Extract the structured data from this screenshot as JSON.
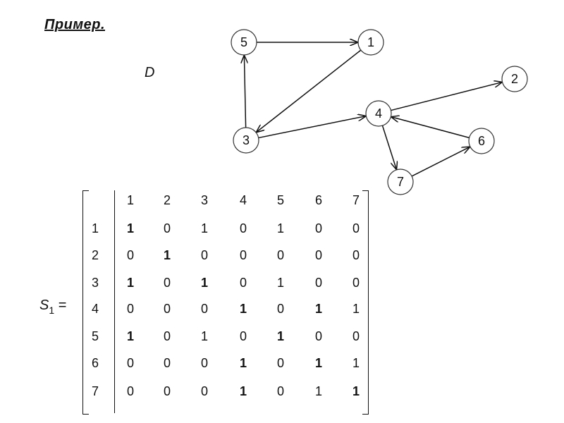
{
  "title": "Пример.",
  "graph_label": "D",
  "graph": {
    "nodes": [
      {
        "id": "5",
        "label": "5"
      },
      {
        "id": "1",
        "label": "1"
      },
      {
        "id": "2",
        "label": "2"
      },
      {
        "id": "4",
        "label": "4"
      },
      {
        "id": "3",
        "label": "3"
      },
      {
        "id": "6",
        "label": "6"
      },
      {
        "id": "7",
        "label": "7"
      }
    ],
    "edges": [
      {
        "from": "5",
        "to": "1"
      },
      {
        "from": "1",
        "to": "3"
      },
      {
        "from": "3",
        "to": "5"
      },
      {
        "from": "3",
        "to": "4"
      },
      {
        "from": "4",
        "to": "2"
      },
      {
        "from": "4",
        "to": "7"
      },
      {
        "from": "7",
        "to": "6"
      },
      {
        "from": "6",
        "to": "4"
      }
    ]
  },
  "matrix": {
    "name": "S",
    "subscript": "1",
    "equals": "=",
    "column_headers": [
      "1",
      "2",
      "3",
      "4",
      "5",
      "6",
      "7"
    ],
    "row_headers": [
      "1",
      "2",
      "3",
      "4",
      "5",
      "6",
      "7"
    ],
    "rows": [
      [
        "1",
        "0",
        "1",
        "0",
        "1",
        "0",
        "0"
      ],
      [
        "0",
        "1",
        "0",
        "0",
        "0",
        "0",
        "0"
      ],
      [
        "1",
        "0",
        "1",
        "0",
        "1",
        "0",
        "0"
      ],
      [
        "0",
        "0",
        "0",
        "1",
        "0",
        "1",
        "1"
      ],
      [
        "1",
        "0",
        "1",
        "0",
        "1",
        "0",
        "0"
      ],
      [
        "0",
        "0",
        "0",
        "1",
        "0",
        "1",
        "1"
      ],
      [
        "0",
        "0",
        "0",
        "1",
        "0",
        "1",
        "1"
      ]
    ]
  }
}
